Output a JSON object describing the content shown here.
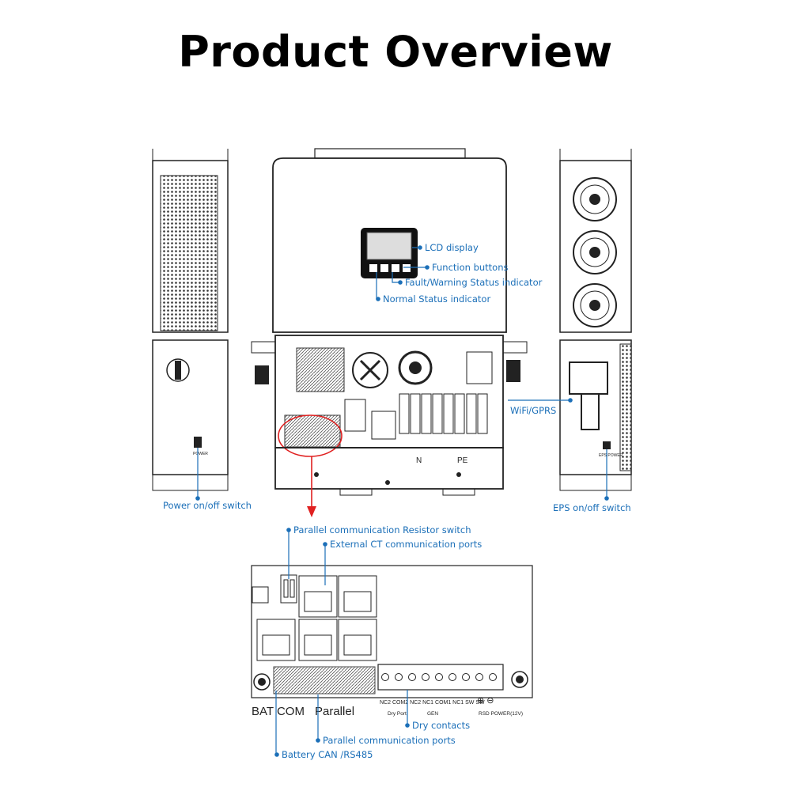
{
  "title": "Product Overview",
  "callouts": {
    "lcd_display": "LCD display",
    "function_buttons": "Function buttons",
    "fault_warning": "Fault/Warning Status indicator",
    "normal_status": "Normal Status indicator",
    "wifi_gprs": "WiFi/GPRS",
    "power_switch": "Power on/off switch",
    "eps_switch": "EPS  on/off switch",
    "parallel_resistor": "Parallel communication Resistor switch",
    "external_ct": "External CT communication ports",
    "dry_contacts": "Dry contacts",
    "parallel_ports": "Parallel communication ports",
    "battery_can": "Battery CAN /RS485"
  },
  "panel_labels": {
    "bat_com": "BAT COM",
    "parallel": "Parallel",
    "terminal_row": "NC2 COM2 NC2  NC1 COM1 NC1  SW  SW",
    "dry_port": "Dry Port",
    "gen": "GEN",
    "rsd_power": "RSD POWER(12V)",
    "n_label": "N",
    "pe_label": "PE"
  },
  "colors": {
    "accent": "#1b6fb8",
    "highlight": "#e02020",
    "line": "#222222"
  }
}
